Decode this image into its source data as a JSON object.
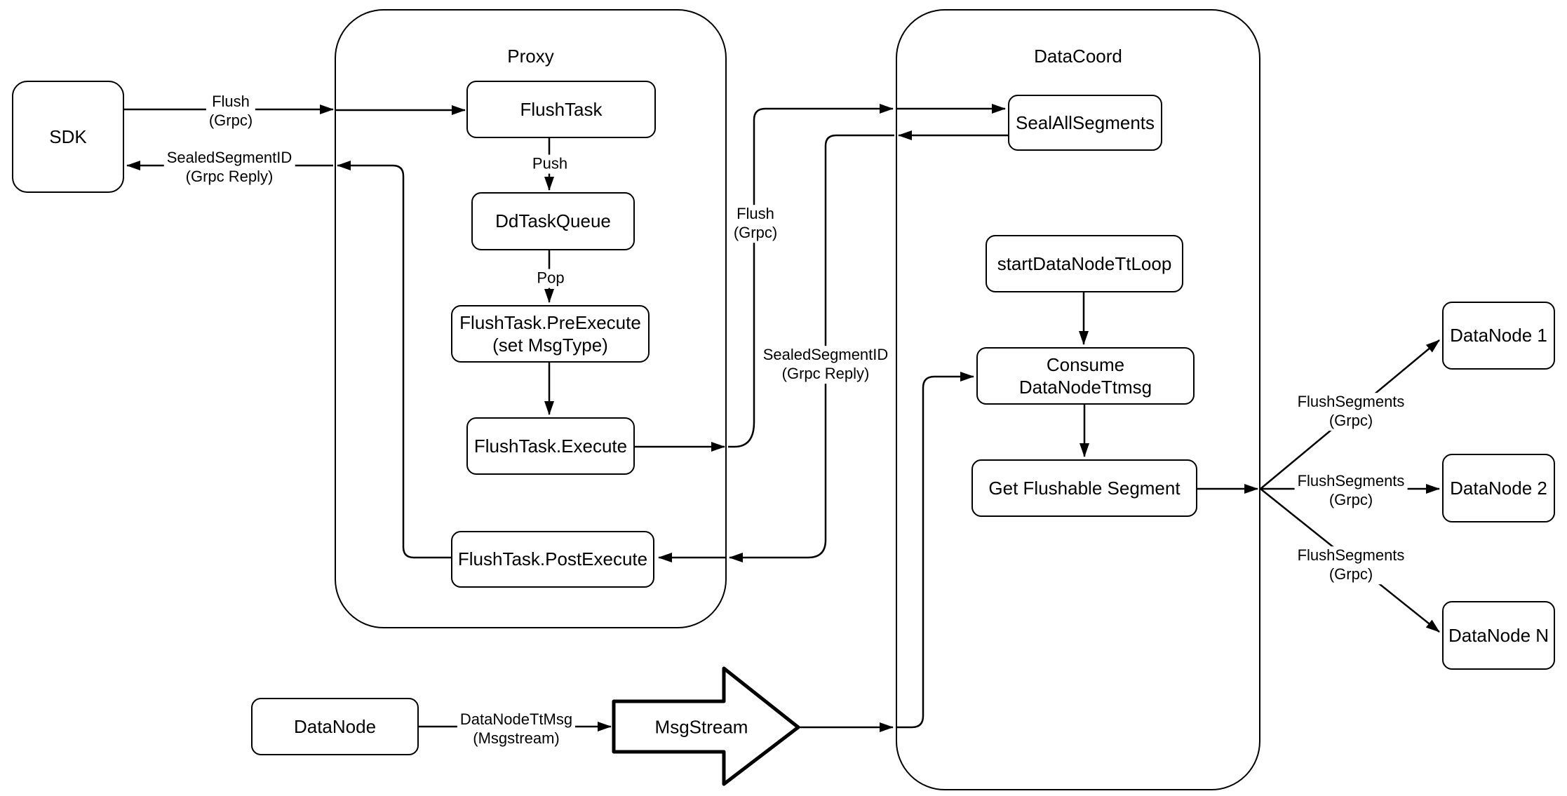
{
  "diagram": {
    "colors": {
      "stroke": "#000000",
      "background": "#ffffff"
    },
    "containers": {
      "proxy": {
        "label": "Proxy"
      },
      "datacoord": {
        "label": "DataCoord"
      }
    },
    "nodes": {
      "sdk": {
        "label": "SDK"
      },
      "flushtask": {
        "label": "FlushTask"
      },
      "ddtaskqueue": {
        "label": "DdTaskQueue"
      },
      "preexecute": {
        "label": "FlushTask.PreExecute\n(set MsgType)"
      },
      "execute": {
        "label": "FlushTask.Execute"
      },
      "postexecute": {
        "label": "FlushTask.PostExecute"
      },
      "sealall": {
        "label": "SealAllSegments"
      },
      "ttloop": {
        "label": "startDataNodeTtLoop"
      },
      "consume": {
        "label": "Consume DataNodeTtmsg"
      },
      "getflush": {
        "label": "Get Flushable Segment"
      },
      "datanode1": {
        "label": "DataNode 1"
      },
      "datanode2": {
        "label": "DataNode 2"
      },
      "datanoden": {
        "label": "DataNode N"
      },
      "datanode": {
        "label": "DataNode"
      }
    },
    "shapes": {
      "msgstream": {
        "label": "MsgStream"
      }
    },
    "edge_labels": {
      "flush_sdk": {
        "text": "Flush\n(Grpc)"
      },
      "sealed_sdk": {
        "text": "SealedSegmentID\n(Grpc Reply)"
      },
      "push": {
        "text": "Push"
      },
      "pop": {
        "text": "Pop"
      },
      "flush_mid": {
        "text": "Flush\n(Grpc)"
      },
      "sealed_mid": {
        "text": "SealedSegmentID\n(Grpc Reply)"
      },
      "flushsegments_1": {
        "text": "FlushSegments\n(Grpc)"
      },
      "flushsegments_2": {
        "text": "FlushSegments\n(Grpc)"
      },
      "flushsegments_3": {
        "text": "FlushSegments\n(Grpc)"
      },
      "datanodettmsg": {
        "text": "DataNodeTtMsg\n(Msgstream)"
      }
    }
  }
}
